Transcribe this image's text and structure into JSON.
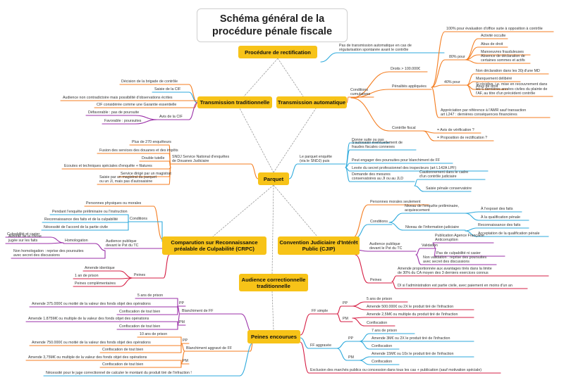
{
  "title": "Schéma général de la procédure pénale fiscale",
  "main_nodes": {
    "rectif": "Procédure de rectification",
    "trad": "Transmission traditionnelle",
    "auto": "Transmission automatique",
    "parquet": "Parquet",
    "crpc": "Comparution sur Reconnaissance préalable de Culpabilité (CRPC)",
    "cjip": "Convention Judiciaire d'Intérêt Public (CJIP)",
    "audience": "Audience correctionnelle traditionnelle",
    "peines": "Peines encourues"
  },
  "labels": [
    {
      "id": "a1",
      "text": "Pas de transmission automatique en cas de\nrégularisation spontanée avant le contrôle"
    },
    {
      "id": "a2",
      "text": "Droits > 100.000€"
    },
    {
      "id": "a3",
      "text": "Pénalités appliquées"
    },
    {
      "id": "a4",
      "text": "100% pour évaluation d'office suite à opposition à contrôle"
    },
    {
      "id": "a5",
      "text": "80% pour"
    },
    {
      "id": "a6",
      "text": "Activité occulte"
    },
    {
      "id": "a7",
      "text": "Abus de droit"
    },
    {
      "id": "a8",
      "text": "Manoeuvres frauduleuses"
    },
    {
      "id": "a9",
      "text": "Absence de déclaration de\ncertaines sommes et actifs"
    },
    {
      "id": "a10",
      "text": "40% pour"
    },
    {
      "id": "a11",
      "text": "Non déclaration dans les 30j d'une MD"
    },
    {
      "id": "a12",
      "text": "Manquement délibéré"
    },
    {
      "id": "a13",
      "text": "Abus de droit"
    },
    {
      "id": "a14",
      "text": "Si récidive, i.e. mise en recouvrement dans\nles 6 dernières années civiles du plainte de\nl'AF, au titre d'un précédent contrôle"
    },
    {
      "id": "a15",
      "text": "Appréciation par référence à l'AMR sauf transaction\nart L247 : dernières conséquences financières"
    },
    {
      "id": "a16",
      "text": "Conditions\ncumulatives"
    },
    {
      "id": "a17",
      "text": "Contrôle fiscal"
    },
    {
      "id": "a18",
      "text": "= Avis de vérification ?"
    },
    {
      "id": "a19",
      "text": "= Proposition de rectification ?"
    },
    {
      "id": "t1",
      "text": "Décision de la brigade de contrôle"
    },
    {
      "id": "t2",
      "text": "Saisie de la CIF"
    },
    {
      "id": "t3",
      "text": "Audience non contradictoire mais possibilité d'observations écrites"
    },
    {
      "id": "t4",
      "text": "CIF considérée comme une Garantie essentielle"
    },
    {
      "id": "t5",
      "text": "Avis de la CIF"
    },
    {
      "id": "t6",
      "text": "Défavorable : pas de poursuite"
    },
    {
      "id": "t7",
      "text": "Favorable : poursuites"
    },
    {
      "id": "p1",
      "text": "SNDJ Service National d'enquêtes\nde Douanes Judiciaire"
    },
    {
      "id": "p2",
      "text": "Plus de 270 enquêteurs"
    },
    {
      "id": "p3",
      "text": "Fusion des services des douanes et des impôts"
    },
    {
      "id": "p4",
      "text": "Double tutelle"
    },
    {
      "id": "p5",
      "text": "Ecoutes et techniques spéciales d'enquête + filatures"
    },
    {
      "id": "p6",
      "text": "Service dirigé par un magistrat"
    },
    {
      "id": "p7",
      "text": "Saisie par un magistrat du parquet\nou un JI, mais pas d'autosaisine"
    },
    {
      "id": "p8",
      "text": "Le parquet enquête\n(via le SNDJ) puis"
    },
    {
      "id": "p9",
      "text": "Donne suite ou pas"
    },
    {
      "id": "p10",
      "text": "S'autosaisir éventuellement de\nfraudes fiscales connexes"
    },
    {
      "id": "p11",
      "text": "Peut engager des poursuites pour blanchiment de FF"
    },
    {
      "id": "p12",
      "text": "Levée du secret professionnel des inspecteurs (art L142A LPF)"
    },
    {
      "id": "p13",
      "text": "Demande des mesures\nconservatoires au JI ou au JLD"
    },
    {
      "id": "p14",
      "text": "Cautionnement dans le cadre\nd'un contrôle judiciaire"
    },
    {
      "id": "p15",
      "text": "Saisie pénale conservatoire"
    },
    {
      "id": "c1",
      "text": "Personnes physiques ou morales"
    },
    {
      "id": "c2",
      "text": "Pendant l'enquête préliminaire ou l'instruction"
    },
    {
      "id": "c3",
      "text": "Reconnaissance des faits et de la culpabilité"
    },
    {
      "id": "c4",
      "text": "Nécessité de l'accord de la partie civile"
    },
    {
      "id": "c5",
      "text": "Conditions"
    },
    {
      "id": "c6",
      "text": "Culpabilité et casier"
    },
    {
      "id": "c7",
      "text": "Autorité de la chose\njugée sur les faits"
    },
    {
      "id": "c8",
      "text": "Homologation"
    },
    {
      "id": "c9",
      "text": "Non homologation : reprise des poursuites\navec secret des discussions"
    },
    {
      "id": "c10",
      "text": "Audience publique\ndevant le Pst du TC"
    },
    {
      "id": "c11",
      "text": "Amende identique"
    },
    {
      "id": "c12",
      "text": "1 an de prison"
    },
    {
      "id": "c13",
      "text": "Peines complémentaires"
    },
    {
      "id": "c14",
      "text": "Peines"
    },
    {
      "id": "j1",
      "text": "Personnes morales seulement"
    },
    {
      "id": "j2",
      "text": "Niveau de l'enquête préliminaire,\nacquiescement"
    },
    {
      "id": "j3",
      "text": "À l'exposé des faits"
    },
    {
      "id": "j4",
      "text": "À la qualification pénale"
    },
    {
      "id": "j5",
      "text": "Conditions"
    },
    {
      "id": "j6",
      "text": "Niveau de l'information judiciaire"
    },
    {
      "id": "j7",
      "text": "Reconnaissance des faits"
    },
    {
      "id": "j8",
      "text": "Acceptation de la qualification pénale"
    },
    {
      "id": "j9",
      "text": "Audience publique\ndevant le Pst du TC"
    },
    {
      "id": "j10",
      "text": "Validation"
    },
    {
      "id": "j11",
      "text": "Publication Agence Française\nAnticorruption"
    },
    {
      "id": "j12",
      "text": "Pas de culpabilité ni casier"
    },
    {
      "id": "j13",
      "text": "Non validation : reprise des poursuites\navec secret des discussions"
    },
    {
      "id": "j14",
      "text": "Peines"
    },
    {
      "id": "j15",
      "text": "Amende proportionnée aux avantages tirés dans la limite\nde 30% du CA moyen des 3 derniers exercices connus"
    },
    {
      "id": "j16",
      "text": "DI si l'administration est partie civile, avec paiement en moins d'un an"
    },
    {
      "id": "e1",
      "text": "Blanchiment de FF"
    },
    {
      "id": "e2",
      "text": "PP"
    },
    {
      "id": "e3",
      "text": "5 ans de prison"
    },
    {
      "id": "e4",
      "text": "Amende 375.000€ ou moitié de la valeur des fonds objet des opérations"
    },
    {
      "id": "e5",
      "text": "Confiscation de tout bien"
    },
    {
      "id": "e6",
      "text": "PM"
    },
    {
      "id": "e7",
      "text": "Amende 1.875M€ ou multiple de la valeur des fonds objet des opérations"
    },
    {
      "id": "e8",
      "text": "Confiscation de tout bien"
    },
    {
      "id": "e9",
      "text": "Blanchiment aggravé de FF"
    },
    {
      "id": "e10",
      "text": "PP"
    },
    {
      "id": "e11",
      "text": "10 ans de prison"
    },
    {
      "id": "e12",
      "text": "Amende 750.000€ ou moitié de la valeur des fonds objet des opérations"
    },
    {
      "id": "e13",
      "text": "Confiscation de tout bien"
    },
    {
      "id": "e14",
      "text": "PM"
    },
    {
      "id": "e15",
      "text": "Amende 3,75M€ ou multiple de la valeur des fonds objet des opérations"
    },
    {
      "id": "e16",
      "text": "Confiscation de tout bien"
    },
    {
      "id": "e17",
      "text": "Nécessité pour le juge correctionnel de calculer le montant du produit tiré de l'infraction !"
    },
    {
      "id": "f1",
      "text": "FF simple"
    },
    {
      "id": "f2",
      "text": "PP"
    },
    {
      "id": "f3",
      "text": "5 ans de prison"
    },
    {
      "id": "f4",
      "text": "Amende 500.000€ ou 2X le produit tiré de l'infraction"
    },
    {
      "id": "f5",
      "text": "PM"
    },
    {
      "id": "f6",
      "text": "Amende 2,5M€ ou multiple du produit tiré de l'infraction"
    },
    {
      "id": "f7",
      "text": "Confiscation"
    },
    {
      "id": "f8",
      "text": "FF aggravée"
    },
    {
      "id": "f9",
      "text": "PP"
    },
    {
      "id": "f10",
      "text": "7 ans de prison"
    },
    {
      "id": "f11",
      "text": "Amende 3M€ ou 2X le produit tiré de l'infraction"
    },
    {
      "id": "f12",
      "text": "Confiscation"
    },
    {
      "id": "f13",
      "text": "PM"
    },
    {
      "id": "f14",
      "text": "Amende 15M€ ou 10x le produit tiré de l'infraction"
    },
    {
      "id": "f15",
      "text": "Confiscation"
    },
    {
      "id": "f16",
      "text": "Exclusion des marchés publics ou concession dans tous les cas + publication (sauf motivation spéciale)"
    }
  ]
}
